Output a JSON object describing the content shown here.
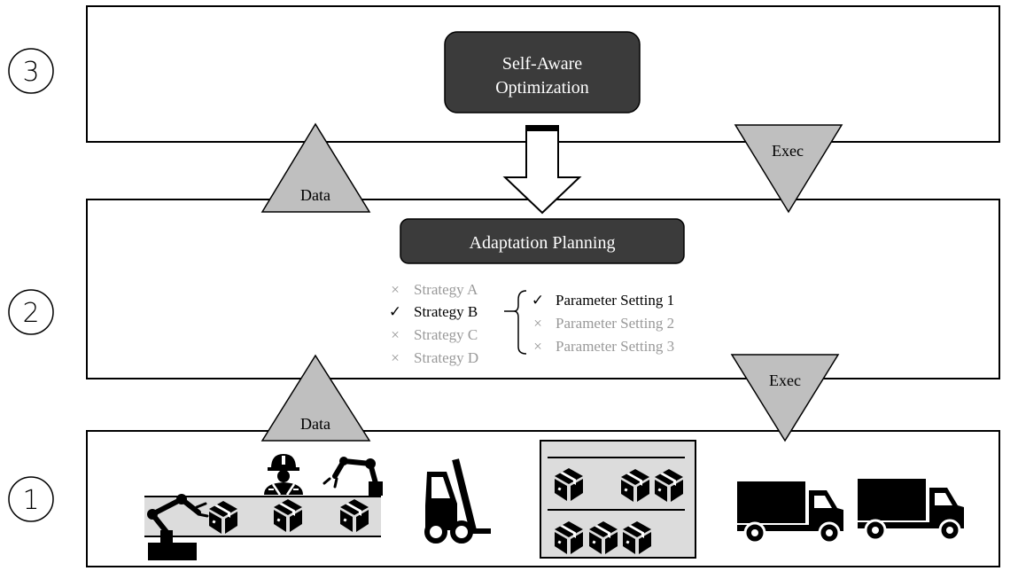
{
  "levels": {
    "top": {
      "number": "3"
    },
    "middle": {
      "number": "2"
    },
    "bottom": {
      "number": "1"
    }
  },
  "optimization_box": {
    "line1": "Self-Aware",
    "line2": "Optimization"
  },
  "planning_box": {
    "label": "Adaptation Planning"
  },
  "arrows": {
    "data_upper": "Data",
    "exec_upper": "Exec",
    "data_lower": "Data",
    "exec_lower": "Exec"
  },
  "strategies": [
    {
      "mark": "×",
      "label": "Strategy A",
      "selected": false
    },
    {
      "mark": "✓",
      "label": "Strategy B",
      "selected": true
    },
    {
      "mark": "×",
      "label": "Strategy C",
      "selected": false
    },
    {
      "mark": "×",
      "label": "Strategy D",
      "selected": false
    }
  ],
  "parameters": [
    {
      "mark": "✓",
      "label": "Parameter Setting 1",
      "selected": true
    },
    {
      "mark": "×",
      "label": "Parameter Setting 2",
      "selected": false
    },
    {
      "mark": "×",
      "label": "Parameter Setting 3",
      "selected": false
    }
  ],
  "colors": {
    "dark_box": "#3b3b3b",
    "triangle": "#bfbfbf",
    "selected_text": "#000000",
    "unselected_text": "#999999",
    "conveyor": "#dcdcdc"
  },
  "icons": [
    "robot-arm-icon",
    "package-icon",
    "worker-icon",
    "robot-arm-icon",
    "forklift-icon",
    "warehouse-shelf-icon",
    "truck-icon"
  ]
}
